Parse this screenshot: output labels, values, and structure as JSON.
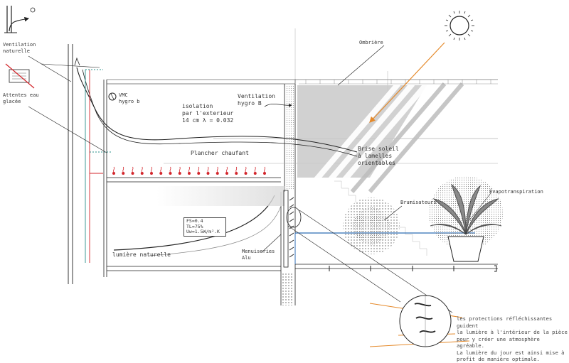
{
  "labels": {
    "ventilation_naturelle": "Ventilation\nnaturelle",
    "attentes_eau_glacee": "Attentes eau\nglacée",
    "vmc": "VMC\nhygro b",
    "isolation": "isolation\npar l'exterieur\n14 cm λ = 0.032",
    "ventilation_hygro": "Ventilation\nhygro B",
    "ombriere": "Ombrière",
    "brise_soleil": "Brise soleil\nà lamelles\norientables",
    "plancher_chauffant": "Plancher chaufant",
    "brumisateurs": "Brumisateurs",
    "evapotranspiration": "Évapotranspiration",
    "menuiseries": "Menuiseries\nAlu",
    "lumiere_naturelle": "lumière naturelle",
    "note": "les protections réfléchissantes guident\nla lumière à l'intérieur de la pièce\npour y créer une atmosphère agréable.\nLa lumière du jour est ainsi mise à\nprofit de manière optimale."
  },
  "glazing_spec": {
    "fs": "FS=0.4",
    "tl": "TL=75%",
    "uw": "Uw=1.5W/m².K"
  },
  "colors": {
    "sun_ray": "#e58a2b",
    "cold_water": "#2a8f8a",
    "heating": "#d3252b",
    "blue_pipe": "#2f6db5",
    "line": "#222222",
    "shade": "#c9c9c9"
  },
  "heating_emitters": 17
}
